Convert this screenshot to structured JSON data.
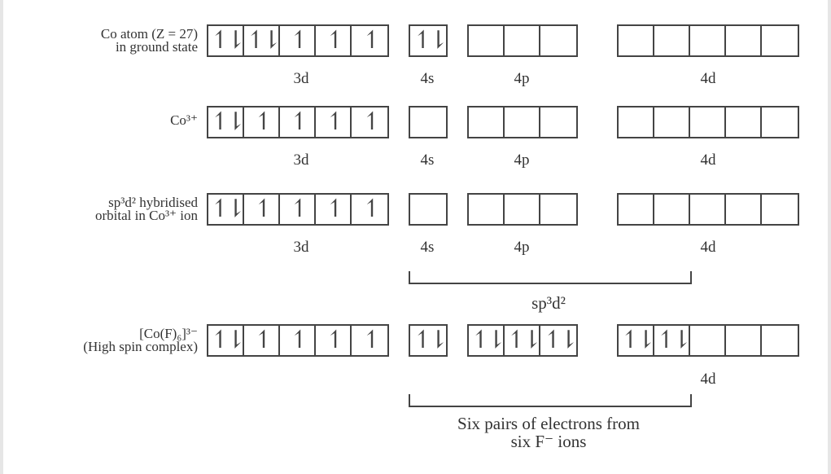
{
  "rows": [
    {
      "label": [
        "Co atom (Z = 27)",
        "in ground state"
      ],
      "orbitals": {
        "3d": [
          "pair",
          "pair",
          "up",
          "up",
          "up"
        ],
        "4s": [
          "pair"
        ],
        "4p": [
          "empty",
          "empty",
          "empty"
        ],
        "4d": [
          "empty",
          "empty",
          "empty",
          "empty",
          "empty"
        ]
      },
      "sublabels": {
        "3d": "3d",
        "4s": "4s",
        "4p": "4p",
        "4d": "4d"
      }
    },
    {
      "label": [
        "Co³⁺"
      ],
      "orbitals": {
        "3d": [
          "pair",
          "up",
          "up",
          "up",
          "up"
        ],
        "4s": [
          "empty"
        ],
        "4p": [
          "empty",
          "empty",
          "empty"
        ],
        "4d": [
          "empty",
          "empty",
          "empty",
          "empty",
          "empty"
        ]
      },
      "sublabels": {
        "3d": "3d",
        "4s": "4s",
        "4p": "4p",
        "4d": "4d"
      }
    },
    {
      "label": [
        "sp³d² hybridised",
        "orbital in Co³⁺ ion"
      ],
      "orbitals": {
        "3d": [
          "pair",
          "up",
          "up",
          "up",
          "up"
        ],
        "4s": [
          "empty"
        ],
        "4p": [
          "empty",
          "empty",
          "empty"
        ],
        "4d": [
          "empty",
          "empty",
          "empty",
          "empty",
          "empty"
        ]
      },
      "sublabels": {
        "3d": "3d",
        "4s": "4s",
        "4p": "4p",
        "4d": "4d"
      }
    },
    {
      "label": [
        "[Co(F)₆]³⁻",
        "(High spin complex)"
      ],
      "orbitals": {
        "3d": [
          "pair",
          "up",
          "up",
          "up",
          "up"
        ],
        "4s": [
          "pair"
        ],
        "4p": [
          "pair",
          "pair",
          "pair"
        ],
        "4d": [
          "pair",
          "pair",
          "empty",
          "empty",
          "empty"
        ]
      },
      "sublabels": {
        "4d": "4d"
      }
    }
  ],
  "bracket1_label": "sp³d²",
  "bracket2_label": [
    "Six pairs of electrons from",
    "six F⁻ ions"
  ]
}
